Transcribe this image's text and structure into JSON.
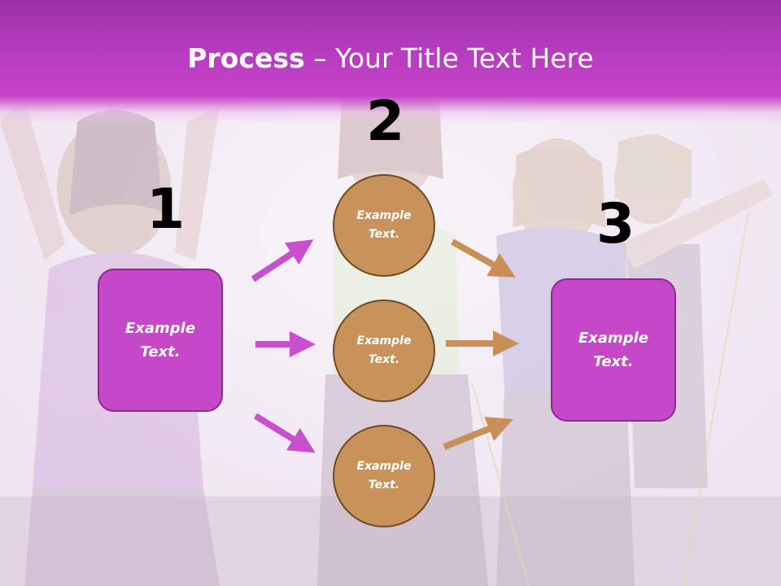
{
  "slide": {
    "title_bold": "Process",
    "title_rest": " – Your Title Text Here",
    "step_numbers": [
      "1",
      "2",
      "3"
    ],
    "left_box": "Example Text.",
    "right_box": "Example Text.",
    "circles": [
      "Example Text.",
      "Example Text.",
      "Example Text."
    ]
  },
  "colors": {
    "title_band": "#b43bbf",
    "box_fill": "#c548c8",
    "box_border": "#8c2a8e",
    "circle_fill": "#c8925a",
    "circle_border": "#6e4a22",
    "arrow_magenta": "#c94fcf",
    "arrow_tan": "#c98f58"
  }
}
